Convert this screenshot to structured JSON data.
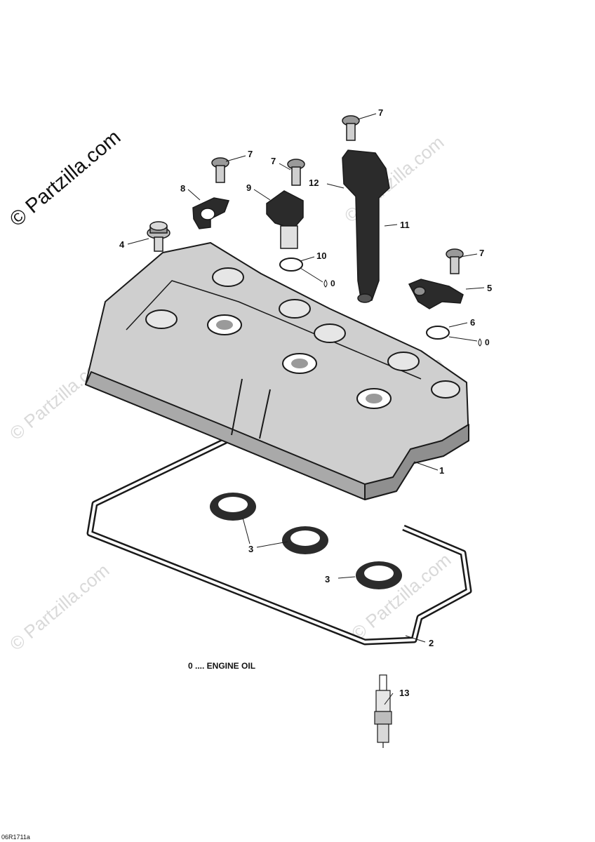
{
  "watermark": {
    "main": "© Partzilla.com",
    "faint": "© Partzilla.com"
  },
  "callouts": {
    "c1": "1",
    "c2": "2",
    "c3a": "3",
    "c3b": "3",
    "c4": "4",
    "c5": "5",
    "c6": "6",
    "c7a": "7",
    "c7b": "7",
    "c7c": "7",
    "c7d": "7",
    "c8": "8",
    "c9": "9",
    "c10": "10",
    "c11": "11",
    "c12": "12",
    "c13": "13",
    "oil_a": "0",
    "oil_b": "0"
  },
  "legend": "0 .... ENGINE OIL",
  "figure_ref": "06R1711a",
  "colors": {
    "line": "#1a1a1a",
    "cover_fill": "#cfcfcf",
    "dark_part": "#2b2b2b",
    "watermark": "#d9d9d9"
  }
}
